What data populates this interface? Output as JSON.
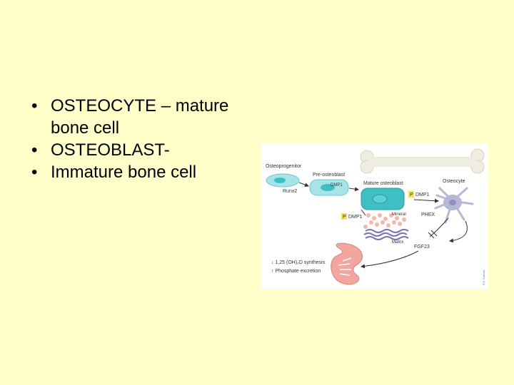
{
  "slide": {
    "background": "#ffffc9",
    "bullets": [
      {
        "bullet": "•",
        "text": "OSTEOCYTE – mature bone cell"
      },
      {
        "bullet": "•",
        "text": "OSTEOBLAST-"
      },
      {
        "bullet": "•",
        "text": "Immature bone cell"
      }
    ]
  },
  "figure": {
    "labels": {
      "osteoprogenitor": "Osteoprogenitor",
      "runx2": "Runx2",
      "pre_osteoblast": "Pre-osteoblast",
      "dmp1": "DMP1",
      "mature_osteoblast": "Mature osteoblast",
      "osteocyte": "Osteocyte",
      "p_badge_1": "P",
      "p_dmp1_right": "DMP1",
      "p_badge_2": "P",
      "p_dmp1_left": "DMP1",
      "mineral": "Mineral",
      "matrix": "Matrix",
      "phex": "PHEX",
      "fgf23": "FGF23",
      "synthesis": "↓ 1,25 (OH)₂D synthesis",
      "excretion": "↑ Phosphate excretion",
      "credit": "R.E Carhart"
    },
    "colors": {
      "cell_teal": "#3fbfc4",
      "cell_light": "#a8e3ea",
      "osteocyte_purple": "#b7b7d6",
      "matrix_purple": "#7a74b4",
      "mineral_pink": "#f2b8a8",
      "kidney_pink": "#f3a6a0",
      "p_badge": "#f2e15a"
    }
  }
}
